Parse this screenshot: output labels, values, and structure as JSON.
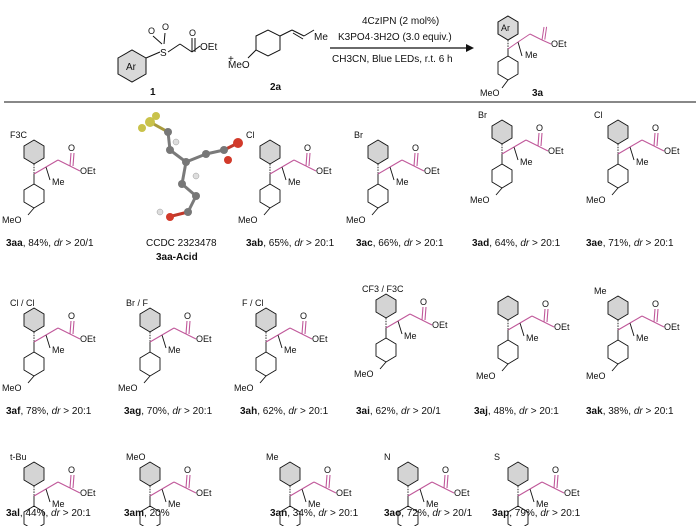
{
  "scheme": {
    "sulfone_label": "1",
    "sulfone_ar": "Ar",
    "sulfone_S": "S",
    "sulfone_O": "O",
    "sulfone_ester": "OEt",
    "plus": "+",
    "alkene_label": "2a",
    "alkene_me": "Me",
    "alkene_meo": "MeO",
    "reagent_line1": "4CzIPN (2 mol%)",
    "reagent_line2": "K3PO4·3H2O (3.0 equiv.)",
    "reagent_line3": "CH3CN, Blue LEDs, r.t. 6 h",
    "product_label": "3a",
    "product_ar": "Ar",
    "product_me": "Me",
    "product_ester": "OEt",
    "product_meo": "MeO"
  },
  "xray": {
    "ccdc": "CCDC 2323478",
    "label": "3aa-Acid"
  },
  "compounds": [
    {
      "id": "3aa",
      "sub": "F3C",
      "yield": "84%",
      "dr": "> 20/1"
    },
    {
      "id": "3ab",
      "sub": "Cl",
      "yield": "65%",
      "dr": "> 20:1"
    },
    {
      "id": "3ac",
      "sub": "Br",
      "yield": "66%",
      "dr": "> 20:1"
    },
    {
      "id": "3ad",
      "sub": "Br",
      "yield": "64%",
      "dr": "> 20:1"
    },
    {
      "id": "3ae",
      "sub": "Cl",
      "yield": "71%",
      "dr": "> 20:1"
    },
    {
      "id": "3af",
      "sub": "Cl / Cl",
      "yield": "78%",
      "dr": "> 20:1"
    },
    {
      "id": "3ag",
      "sub": "Br / F",
      "yield": "70%",
      "dr": "> 20:1"
    },
    {
      "id": "3ah",
      "sub": "F / Cl",
      "yield": "62%",
      "dr": "> 20:1"
    },
    {
      "id": "3ai",
      "sub": "CF3 / F3C",
      "yield": "62%",
      "dr": "> 20/1"
    },
    {
      "id": "3aj",
      "sub": "",
      "yield": "48%",
      "dr": "> 20:1"
    },
    {
      "id": "3ak",
      "sub": "Me",
      "yield": "38%",
      "dr": "> 20:1"
    },
    {
      "id": "3al",
      "sub": "t-Bu",
      "yield": "44%",
      "dr": "> 20:1"
    },
    {
      "id": "3am",
      "sub": "MeO",
      "yield": "20%",
      "dr": ""
    },
    {
      "id": "3an",
      "sub": "Me",
      "yield": "34%",
      "dr": "> 20:1"
    },
    {
      "id": "3ao",
      "sub": "N",
      "yield": "72%",
      "dr": "> 20/1"
    },
    {
      "id": "3ap",
      "sub": "S",
      "yield": "79%",
      "dr": "> 20:1"
    }
  ],
  "common": {
    "me": "Me",
    "oet": "OEt",
    "o": "O",
    "meo": "MeO",
    "dr_word": "dr"
  },
  "colors": {
    "pink": "#c0589a",
    "aryl": "#7a7a7a",
    "black": "#111111"
  }
}
